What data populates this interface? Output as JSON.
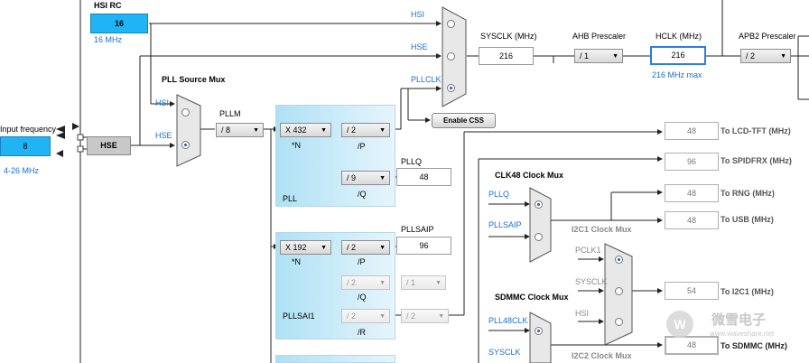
{
  "hsi_rc": {
    "title": "HSI RC",
    "value": "16",
    "freq": "16 MHz"
  },
  "input": {
    "label": "Input frequency",
    "value": "8",
    "range": "4-26 MHz",
    "hse_label": "HSE"
  },
  "pll_source_mux": {
    "title": "PLL Source Mux",
    "hsi": "HSI",
    "hse": "HSE"
  },
  "pllm": {
    "label": "PLLM",
    "value": "/ 8"
  },
  "pll": {
    "n": "X 432",
    "n_label": "*N",
    "p": "/ 2",
    "p_label": "/P",
    "q": "/ 9",
    "q_label": "/Q",
    "name": "PLL",
    "pllq_label": "PLLQ",
    "pllq_value": "48"
  },
  "pllsai": {
    "n": "X 192",
    "n_label": "*N",
    "p": "/ 2",
    "p_label": "/P",
    "q": "/ 2",
    "q_label": "/Q",
    "q2": "/ 1",
    "r": "/ 2",
    "r_label": "/R",
    "r2": "/ 2",
    "name": "PLLSAI1",
    "pllsaip_label": "PLLSAIP",
    "pllsaip_value": "96"
  },
  "system_mux": {
    "hsi": "HSI",
    "hse": "HSE",
    "pllclk": "PLLCLK"
  },
  "enable_css": "Enable CSS",
  "sysclk": {
    "label": "SYSCLK (MHz)",
    "value": "216"
  },
  "ahb": {
    "label": "AHB Prescaler",
    "value": "/ 1"
  },
  "hclk": {
    "label": "HCLK (MHz)",
    "value": "216",
    "max": "216 MHz max"
  },
  "apb2": {
    "label": "APB2 Prescaler",
    "value": "/ 2"
  },
  "outputs": [
    {
      "value": "48",
      "label": "To LCD-TFT (MHz)"
    },
    {
      "value": "96",
      "label": "To SPIDFRX (MHz)"
    },
    {
      "value": "48",
      "label": "To RNG (MHz)"
    },
    {
      "value": "48",
      "label": "To USB (MHz)"
    },
    {
      "value": "54",
      "label": "To I2C1 (MHz)"
    },
    {
      "value": "48",
      "label": "To SDMMC (MHz)"
    }
  ],
  "clk48_mux": {
    "title": "CLK48 Clock Mux",
    "pllq": "PLLQ",
    "pllsaip": "PLLSAIP"
  },
  "i2c1_mux": {
    "title": "I2C1 Clock Mux",
    "pclk1": "PCLK1",
    "sysclk": "SYSCLK",
    "hsi": "HSI"
  },
  "sdmmc_mux": {
    "title": "SDMMC Clock Mux",
    "pll48clk": "PLL48CLK",
    "sysclk": "SYSCLK"
  },
  "i2c2_mux": {
    "title": "I2C2 Clock Mux"
  },
  "watermark": {
    "line1": "微雪电子",
    "line2": "www.waveshare.net"
  }
}
